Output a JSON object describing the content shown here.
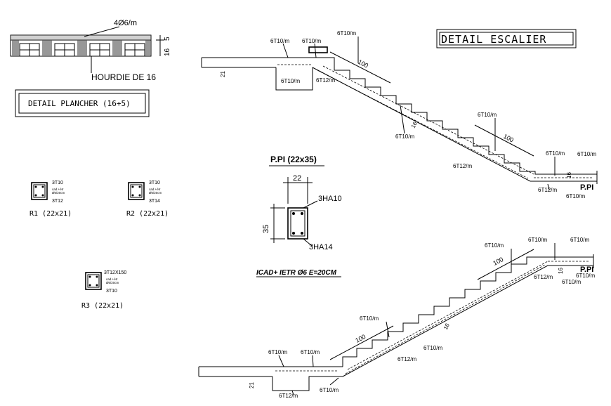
{
  "slab": {
    "top_label": "4Ø6/m",
    "dim_16": "16",
    "dim_5": "5",
    "name": "HOURDIE DE 16",
    "title_box": "DETAIL PLANCHER (16+5)"
  },
  "beams": [
    {
      "bar_top": "3T10",
      "bar_bot": "3T12",
      "note1": "cad.+étr",
      "note2": "Ø6/20cm",
      "name": "R1 (22x21)"
    },
    {
      "bar_top": "3T10",
      "bar_bot": "3T14",
      "note1": "cad.+étr",
      "note2": "Ø6/20cm",
      "name": "R2 (22x21)"
    },
    {
      "bar_top": "3T12X150",
      "bar_bot": "3T10",
      "note1": "cad.+étr",
      "note2": "Ø6/20cm",
      "name": "R3 (22x21)"
    }
  ],
  "ppi": {
    "title": "P.PI (22x35)",
    "width": "22",
    "height": "35",
    "top_bars": "3HA10",
    "bot_bars": "3HA14",
    "stirrups": "ICAD+ IETR Ø6 E=20CM"
  },
  "stair": {
    "title": "DETAIL ESCALIER",
    "rebar_6t10": "6T10/m",
    "rebar_6t12": "6T12/m",
    "step_len": "100",
    "thickness_16": "16",
    "thickness_21": "21",
    "landing_label": "P.PI"
  }
}
